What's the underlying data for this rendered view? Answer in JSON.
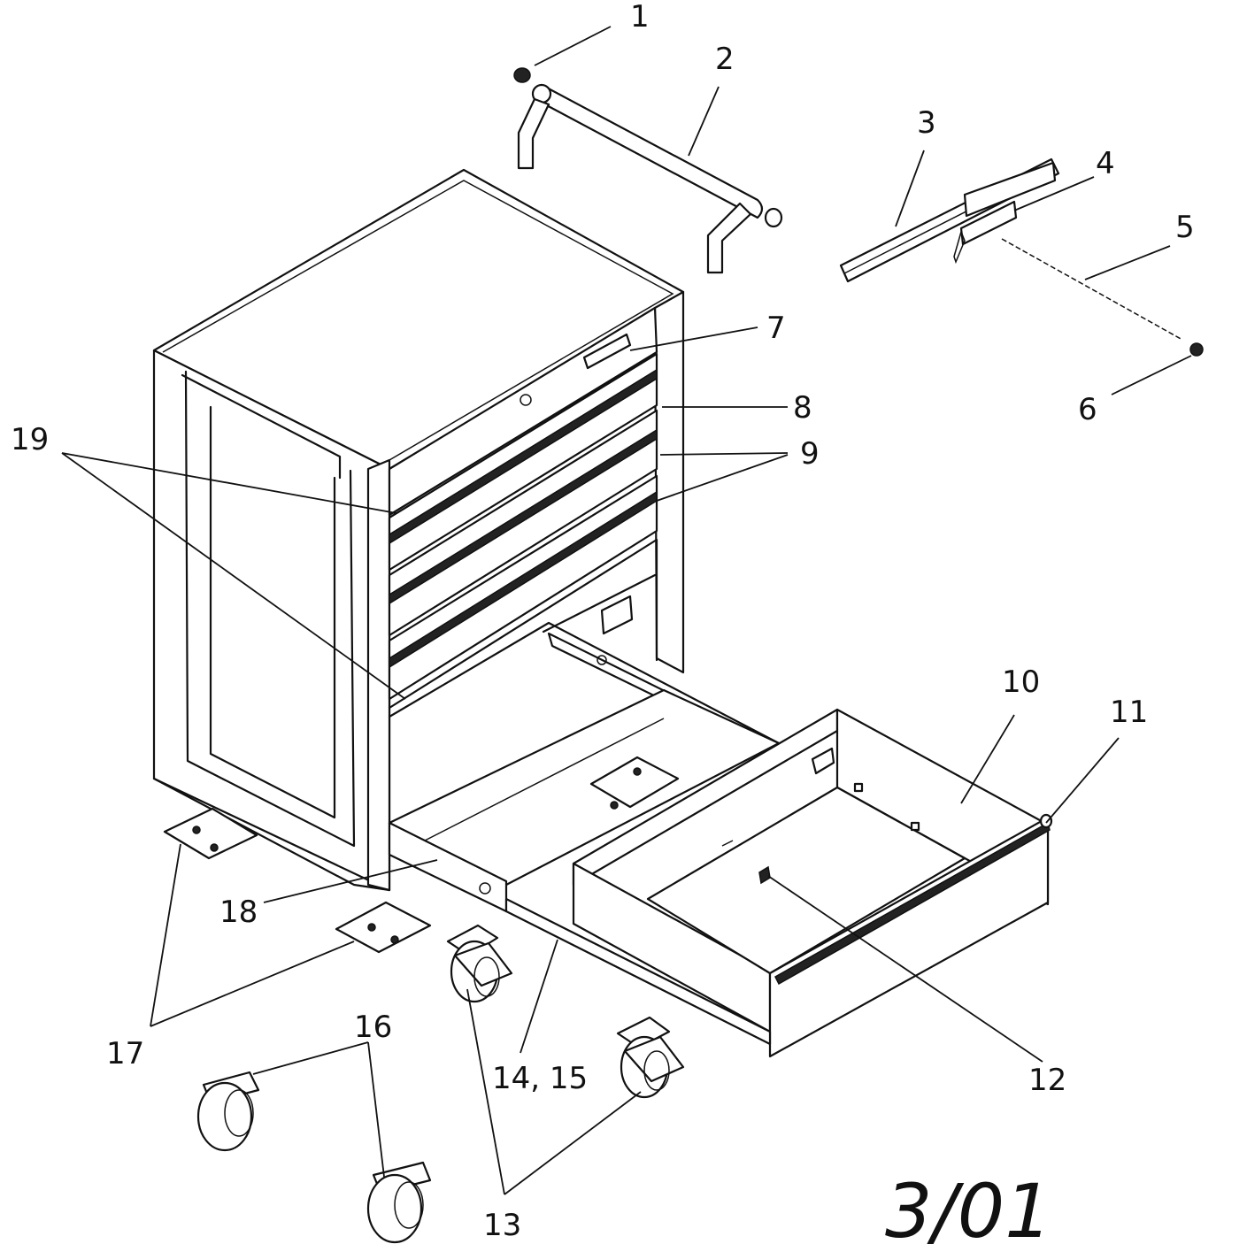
{
  "callouts": {
    "c1": "1",
    "c2": "2",
    "c3": "3",
    "c4": "4",
    "c5": "5",
    "c6": "6",
    "c7": "7",
    "c8": "8",
    "c9": "9",
    "c10": "10",
    "c11": "11",
    "c12": "12",
    "c13": "13",
    "c14_15": "14, 15",
    "c16": "16",
    "c17": "17",
    "c18": "18",
    "c19": "19"
  },
  "date_mark": "3/01"
}
